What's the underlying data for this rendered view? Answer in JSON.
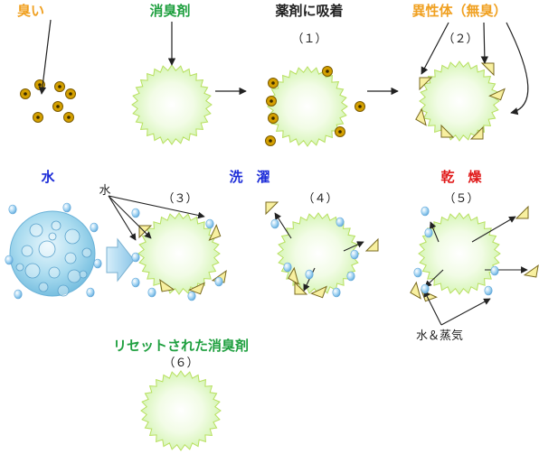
{
  "labels": {
    "odor": "臭い",
    "deodorant": "消臭剤",
    "adsorb": "薬剤に吸着",
    "foreign": "異性体（無臭）",
    "step1": "（１）",
    "step2": "（２）",
    "water": "水",
    "wash": "洗　濯",
    "dry": "乾　燥",
    "water_small": "水",
    "step3": "（３）",
    "step4": "（４）",
    "step5": "（５）",
    "steam": "水＆蒸気",
    "reset": "リセットされた消臭剤",
    "step6": "（６）"
  },
  "colors": {
    "orange": "#f0a020",
    "green": "#20a040",
    "blue": "#1c2cd8",
    "red": "#e01818",
    "black": "#222222",
    "ball_fill": "#eefbe0",
    "ball_edge": "#b8e060",
    "odor_dot": "#d4a000",
    "drop": "#7ab8e4",
    "triangle": "#f8f0a0"
  }
}
